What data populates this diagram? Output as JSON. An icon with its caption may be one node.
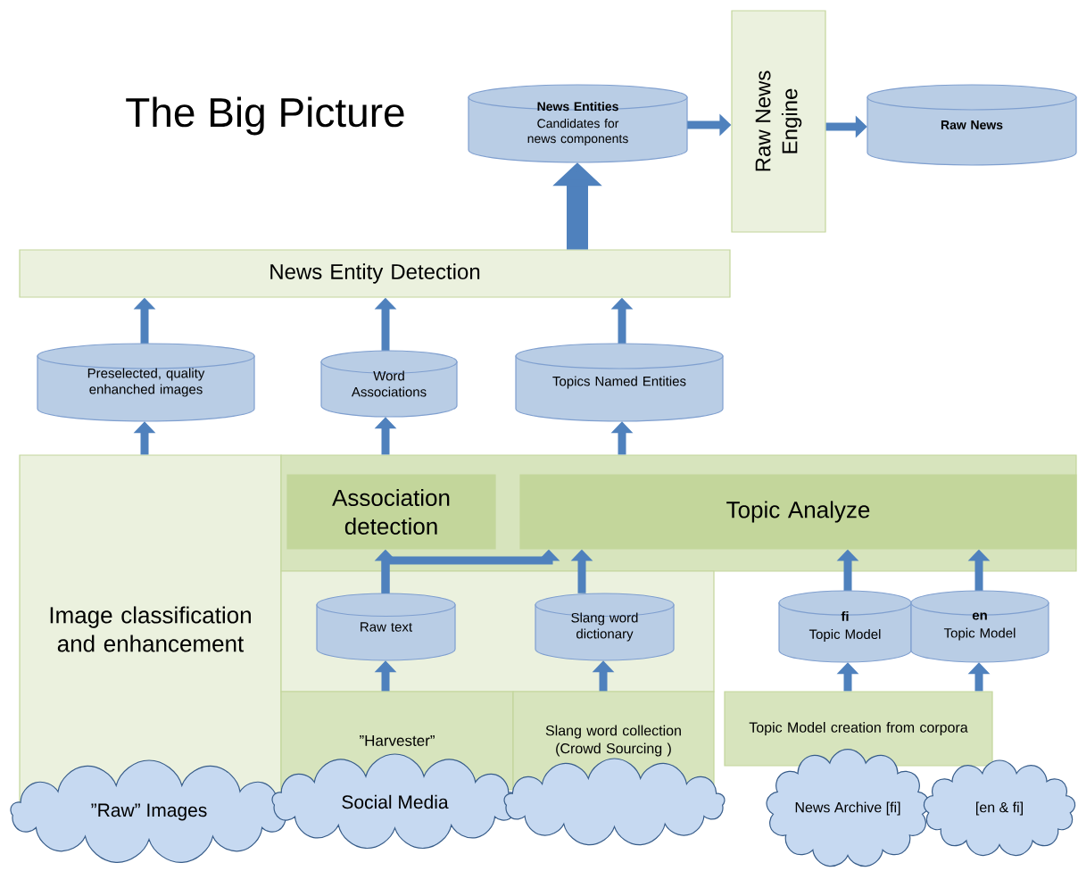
{
  "diagram": {
    "title": "The Big Picture",
    "nodes": [
      {
        "text": [
          "News Entities",
          "Candidates for news components"
        ]
      },
      {
        "text": [
          "Raw News Engine"
        ]
      },
      {
        "text": [
          "Raw News"
        ]
      },
      {
        "text": [
          "News Entity Detection"
        ]
      },
      {
        "text": [
          "Preselected, quality enhanched images"
        ]
      },
      {
        "text": [
          "Word Associations"
        ]
      },
      {
        "text": [
          "Topics Named Entities"
        ]
      },
      {
        "text": [
          "Image classification and enhancement"
        ]
      },
      {
        "text": [],
        "shape": "box"
      },
      {
        "text": [
          "Association detection"
        ],
        "in": 8
      },
      {
        "text": [
          "Topic Analyze"
        ],
        "in": 8
      },
      {
        "text": [],
        "shape": "box"
      },
      {
        "text": [
          "Raw text"
        ],
        "in": 11
      },
      {
        "text": [
          "Slang word dictionary"
        ],
        "in": 11
      },
      {
        "text": [
          "fi",
          "Topic Model"
        ]
      },
      {
        "text": [
          "en",
          "Topic Model"
        ]
      },
      {
        "text": [
          "”Harvester”"
        ]
      },
      {
        "text": [
          "Slang word collection (Crowd Sourcing )"
        ]
      },
      {
        "text": [
          "Topic Model creation from corpora"
        ]
      },
      {
        "text": [
          "”Raw” Images"
        ]
      },
      {
        "text": [
          "Social Media"
        ]
      },
      {
        "text": [],
        "shape": "cloud"
      },
      {
        "text": [
          "News Archive [fi]"
        ]
      },
      {
        "text": [
          "[en & fi]"
        ]
      }
    ],
    "edges": [
      {
        "from": 3,
        "to": 0,
        "arrow": "to",
        "style": "thick"
      },
      {
        "from": 0,
        "to": 1,
        "arrow": "to"
      },
      {
        "from": 1,
        "to": 2,
        "arrow": "to"
      },
      {
        "from": 4,
        "to": 3,
        "arrow": "to"
      },
      {
        "from": 5,
        "to": 3,
        "arrow": "to"
      },
      {
        "from": 6,
        "to": 3,
        "arrow": "to"
      },
      {
        "from": 7,
        "to": 4,
        "arrow": "to"
      },
      {
        "from": 8,
        "to": 5,
        "arrow": "to"
      },
      {
        "from": 8,
        "to": 6,
        "arrow": "to"
      },
      {
        "from": 12,
        "to": 9,
        "arrow": "to"
      },
      {
        "from": 12,
        "to": 10,
        "arrow": "to"
      },
      {
        "from": 13,
        "to": 10,
        "arrow": "to"
      },
      {
        "from": 14,
        "to": 10,
        "arrow": "to"
      },
      {
        "from": 15,
        "to": 10,
        "arrow": "to"
      },
      {
        "from": 16,
        "to": 12,
        "arrow": "to"
      },
      {
        "from": 17,
        "to": 13,
        "arrow": "to"
      },
      {
        "from": 18,
        "to": 14,
        "arrow": "to"
      },
      {
        "from": 18,
        "to": 15,
        "arrow": "to"
      }
    ]
  }
}
